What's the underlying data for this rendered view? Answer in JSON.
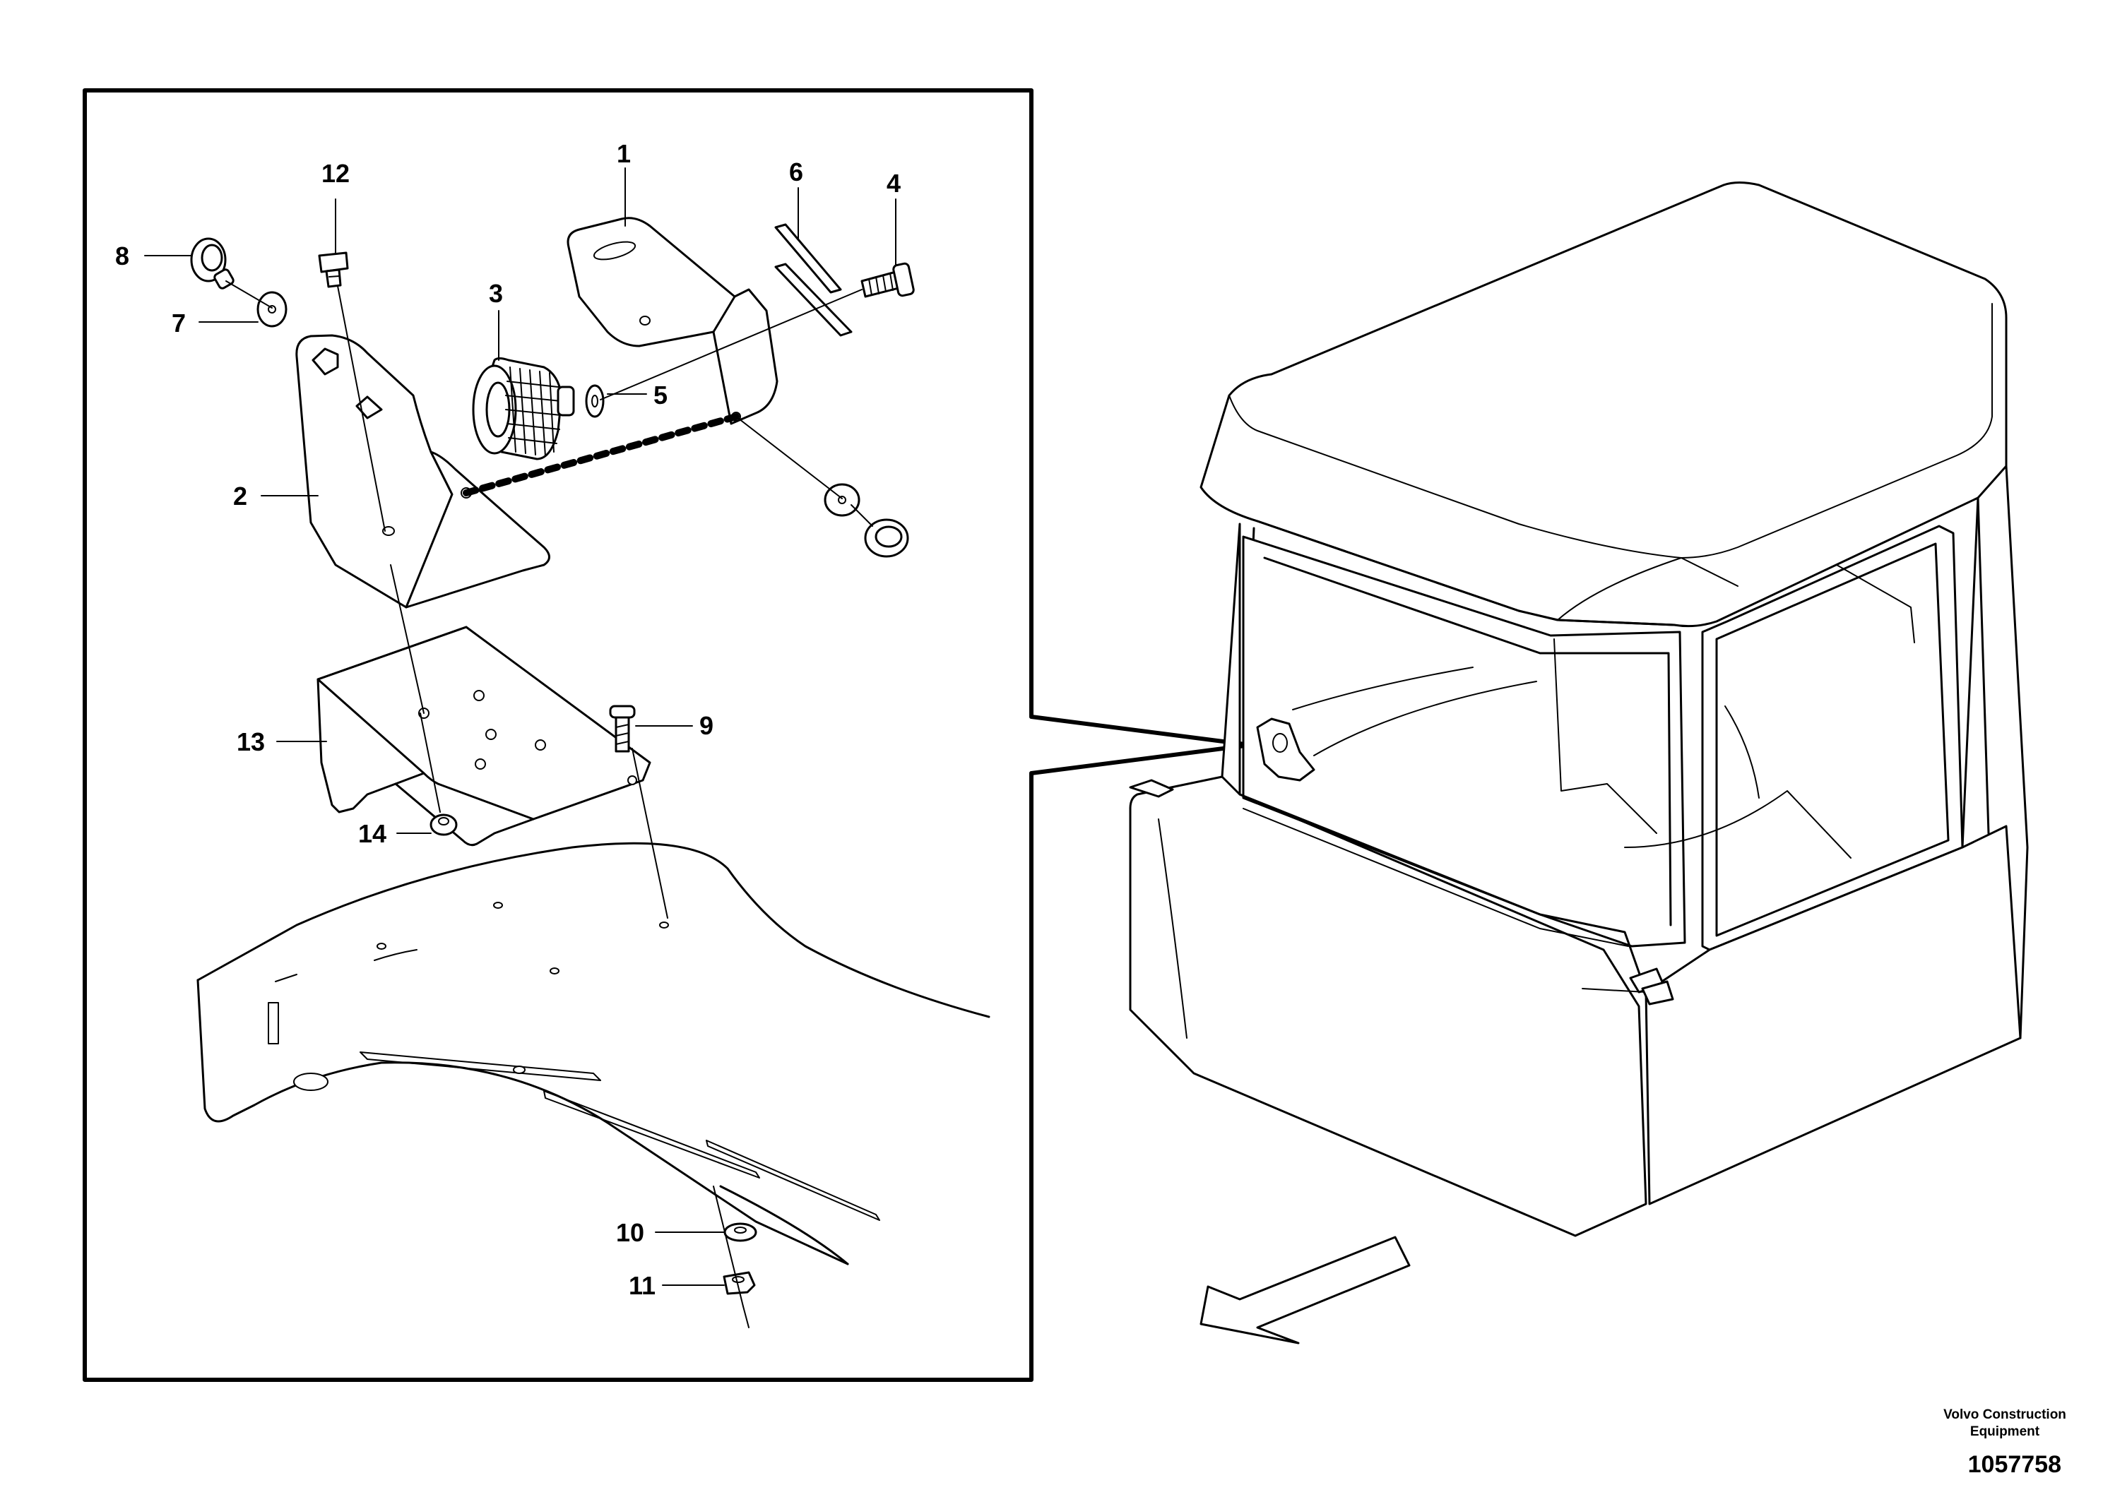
{
  "callouts": {
    "c1": "1",
    "c2": "2",
    "c3": "3",
    "c4": "4",
    "c5": "5",
    "c6": "6",
    "c7": "7",
    "c8": "8",
    "c9": "9",
    "c10": "10",
    "c11": "11",
    "c12": "12",
    "c13": "13",
    "c14": "14"
  },
  "footer": {
    "maker_line1": "Volvo Construction",
    "maker_line2": "Equipment",
    "document_number": "1057758"
  },
  "icons": {
    "direction_arrow": "front-direction-arrow-icon"
  },
  "colors": {
    "line": "#000000",
    "background": "#ffffff"
  }
}
